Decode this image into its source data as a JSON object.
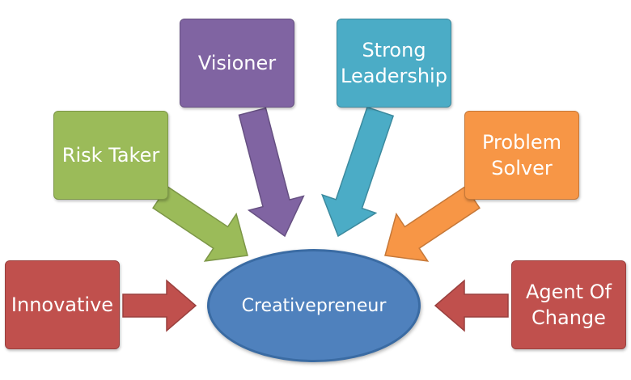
{
  "center": {
    "label": "Creativepreneur",
    "color": "#4f81bd"
  },
  "nodes": [
    {
      "id": "innovative",
      "lines": [
        "Innovative"
      ],
      "color": "#c0504d"
    },
    {
      "id": "risk-taker",
      "lines": [
        "Risk Taker"
      ],
      "color": "#9bbb59"
    },
    {
      "id": "visioner",
      "lines": [
        "Visioner"
      ],
      "color": "#8064a2"
    },
    {
      "id": "strong-leadership",
      "lines": [
        "Strong",
        "Leadership"
      ],
      "color": "#4bacc6"
    },
    {
      "id": "problem-solver",
      "lines": [
        "Problem",
        "Solver"
      ],
      "color": "#f79646"
    },
    {
      "id": "agent-of-change",
      "lines": [
        "Agent Of",
        "Change"
      ],
      "color": "#c0504d"
    }
  ]
}
